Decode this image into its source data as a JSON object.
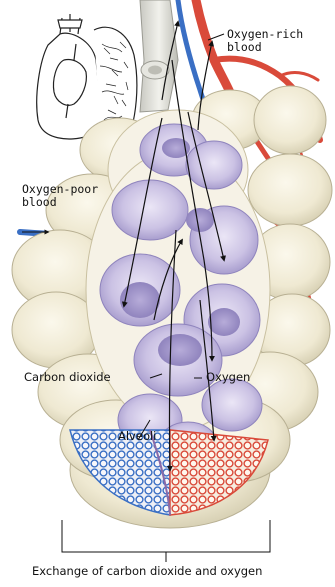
{
  "labels": {
    "oxygen_rich_line1": "Oxygen-rich",
    "oxygen_rich_line2": "blood",
    "oxygen_poor_line1": "Oxygen-poor",
    "oxygen_poor_line2": "blood",
    "carbon_dioxide": "Carbon dioxide",
    "oxygen": "Oxygen",
    "alveoli": "Alveoli",
    "caption": "Exchange of carbon dioxide and oxygen"
  },
  "colors": {
    "artery_red": "#d94a3a",
    "vein_blue": "#3a6fc4",
    "alveolus_lavender": "#c9c0e3",
    "alveolus_shadow": "#9a8fc4",
    "tissue_cream": "#f3eedb",
    "airway_grey": "#dcdcd6"
  }
}
